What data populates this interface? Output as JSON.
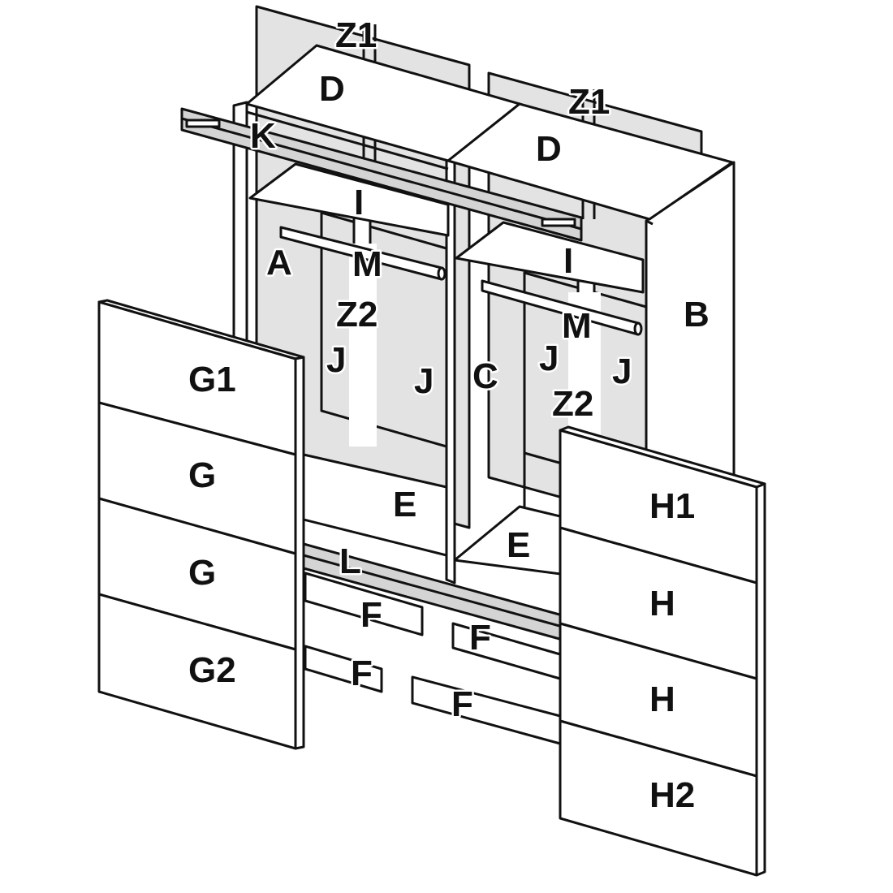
{
  "diagram": {
    "colors": {
      "line": "#111111",
      "panel": "#ffffff",
      "back_panel": "#e3e3e3",
      "rail": "#d4d4d4"
    },
    "labels": {
      "z1_left": "Z1",
      "z1_right": "Z1",
      "d_left": "D",
      "d_right": "D",
      "k": "K",
      "i_left": "I",
      "i_right": "I",
      "a": "A",
      "m_left": "M",
      "m_right": "M",
      "z2_left": "Z2",
      "z2_right": "Z2",
      "b": "B",
      "j_1": "J",
      "j_2": "J",
      "j_3": "J",
      "j_4": "J",
      "c": "C",
      "g1": "G1",
      "g_1": "G",
      "g_2": "G",
      "g2": "G2",
      "e_left": "E",
      "e_right": "E",
      "l": "L",
      "f_1": "F",
      "f_2": "F",
      "f_3": "F",
      "f_4": "F",
      "h1": "H1",
      "h_1": "H",
      "h_2": "H",
      "h2": "H2"
    }
  }
}
